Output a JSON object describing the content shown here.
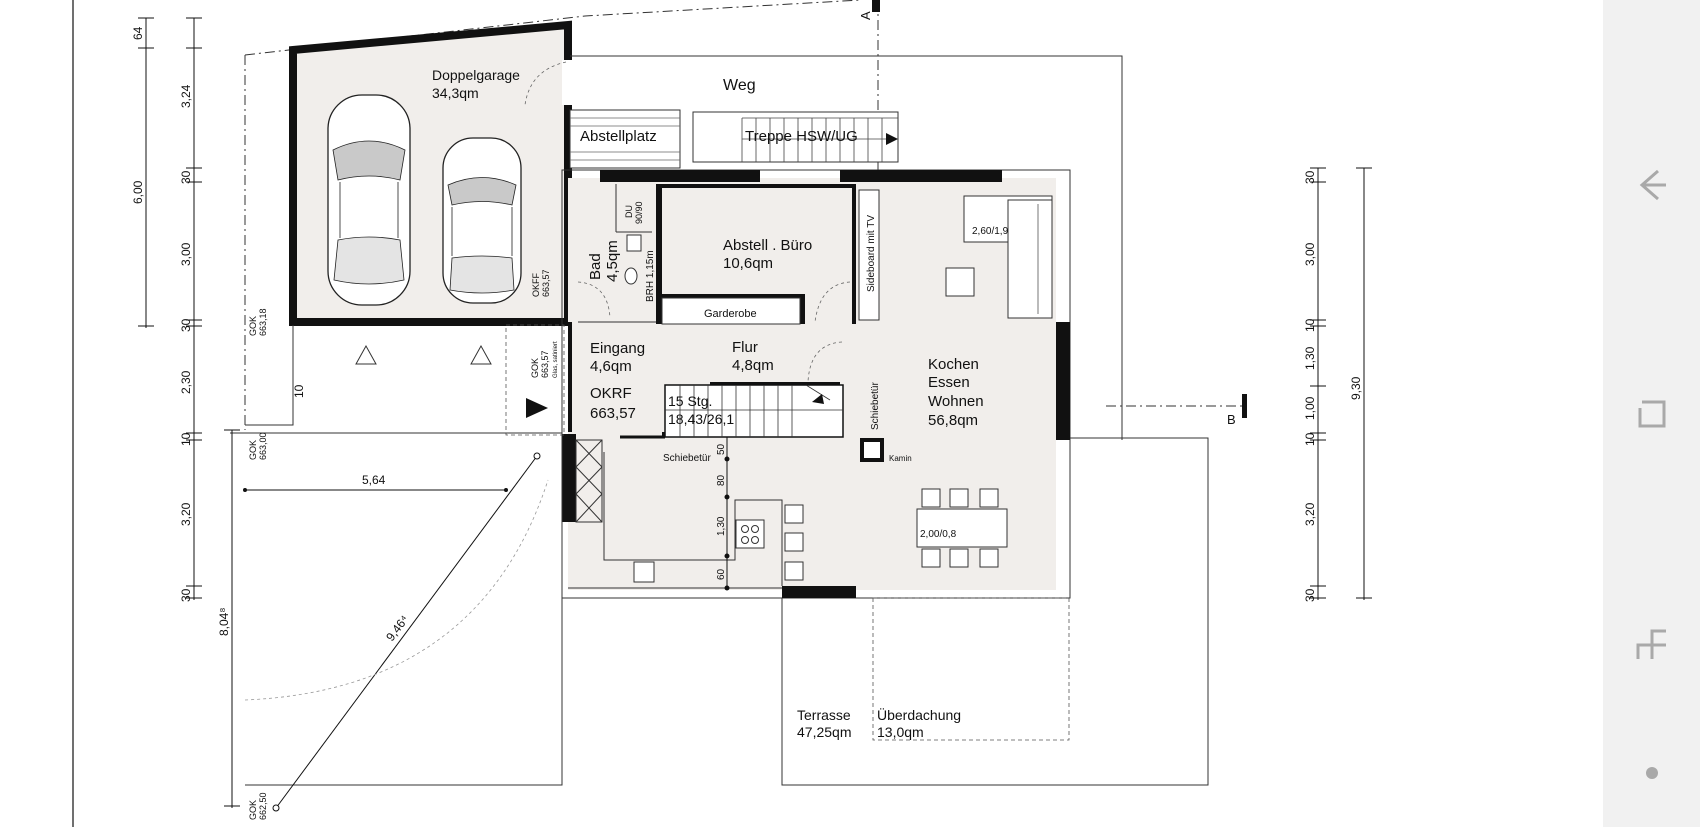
{
  "rooms": {
    "garage": {
      "name": "Doppelgarage",
      "area": "34,3qm"
    },
    "weg": "Weg",
    "abstellplatz": "Abstellplatz",
    "treppe": "Treppe HSW/UG",
    "bad": {
      "name": "Bad",
      "area": "4,5qm"
    },
    "du": "DU",
    "du_size": "90/90",
    "brh": "BRH 1,15m",
    "buero": {
      "name": "Abstell . Büro",
      "area": "10,6qm"
    },
    "garderobe": "Garderobe",
    "sideboard": "Sideboard mit TV",
    "sofa": "2,60/1,9",
    "eingang": {
      "name": "Eingang",
      "area": "4,6qm"
    },
    "okrf": {
      "name": "OKRF",
      "value": "663,57"
    },
    "flur": {
      "name": "Flur",
      "area": "4,8qm"
    },
    "stairs": {
      "count": "15 Stg.",
      "dims": "18,43/26,1"
    },
    "schiebetuer": "Schiebetür",
    "kochen": [
      "Kochen",
      "Essen",
      "Wohnen",
      "56,8qm"
    ],
    "kamin": "Kamin",
    "table": "2,00/0,8",
    "terrasse": {
      "name": "Terrasse",
      "area": "47,25qm"
    },
    "ueberdachung": {
      "name": "Überdachung",
      "area": "13,0qm"
    }
  },
  "levels": {
    "gok_663_18": [
      "GOK",
      "663,18"
    ],
    "okff": [
      "OKFF",
      "663,57"
    ],
    "gok_663_57": [
      "GOK",
      "663,57"
    ],
    "glass": "Glas, satiniert",
    "gok_663_00": [
      "GOK",
      "663,00"
    ],
    "gok_662_50": [
      "GOK",
      "662,50"
    ]
  },
  "dimensions": {
    "left_outer": [
      "64",
      "3,24",
      "30",
      "3,00",
      "30",
      "2,30",
      "10",
      "3,20",
      "30"
    ],
    "left_total_upper": "6,00",
    "left_total_lower": "8,04⁸",
    "garage_offset": "10",
    "width_564": "5,64",
    "diag": "9,46⁴",
    "kitchen": [
      "50",
      "80",
      "1,30",
      "60"
    ],
    "right": [
      "30",
      "3,00",
      "10",
      "1,30",
      "1,00",
      "10",
      "3,20",
      "30"
    ],
    "right_total": "9,30"
  },
  "section_marks": {
    "a": "A",
    "b": "B"
  },
  "nav": [
    "back-icon",
    "recent-apps-icon",
    "home-icon",
    "dot-icon"
  ],
  "colors": {
    "wall": "#111111",
    "floor": "#f1eeeb",
    "nav_bg": "#f1f1f1",
    "nav_icon": "#a9a9a9"
  }
}
